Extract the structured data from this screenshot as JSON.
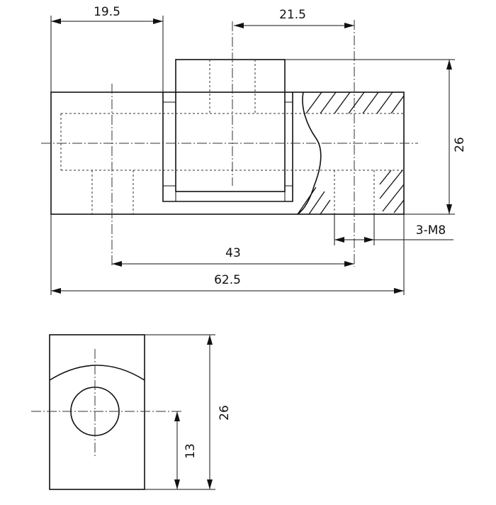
{
  "dimensions": {
    "top_left_width": "19.5",
    "top_right_width": "21.5",
    "height_front": "26",
    "thread_callout": "3-M8",
    "center_distance": "43",
    "overall_length": "62.5",
    "height_side": "26",
    "center_height": "13"
  }
}
